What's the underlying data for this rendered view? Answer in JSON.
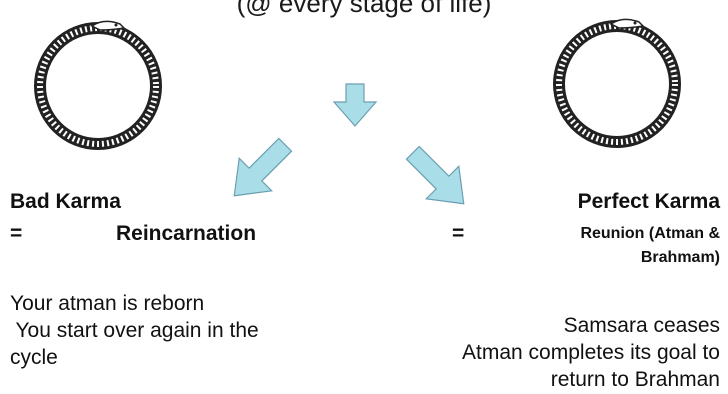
{
  "top_caption": "(@ every stage of life)",
  "icons": {
    "left_snake": "ouroboros-snake-icon",
    "right_snake": "ouroboros-snake-icon",
    "arrow_down": "arrow-down-icon",
    "arrow_down_left": "arrow-down-left-icon",
    "arrow_down_right": "arrow-down-right-icon"
  },
  "colors": {
    "arrow_fill": "#a9dde8",
    "arrow_stroke": "#6b9fb0",
    "snake_stroke": "#222222"
  },
  "bad": {
    "title": "Bad Karma",
    "equals": "=",
    "result": "Reincarnation",
    "body": [
      "Your atman is reborn",
      " You start over again in the",
      "cycle"
    ]
  },
  "perfect": {
    "title": "Perfect Karma",
    "equals": "=",
    "result_line1": "Reunion (Atman &",
    "result_line2": "Brahmam)",
    "body": [
      "Samsara ceases",
      "Atman completes its goal to",
      "return to Brahman"
    ]
  }
}
